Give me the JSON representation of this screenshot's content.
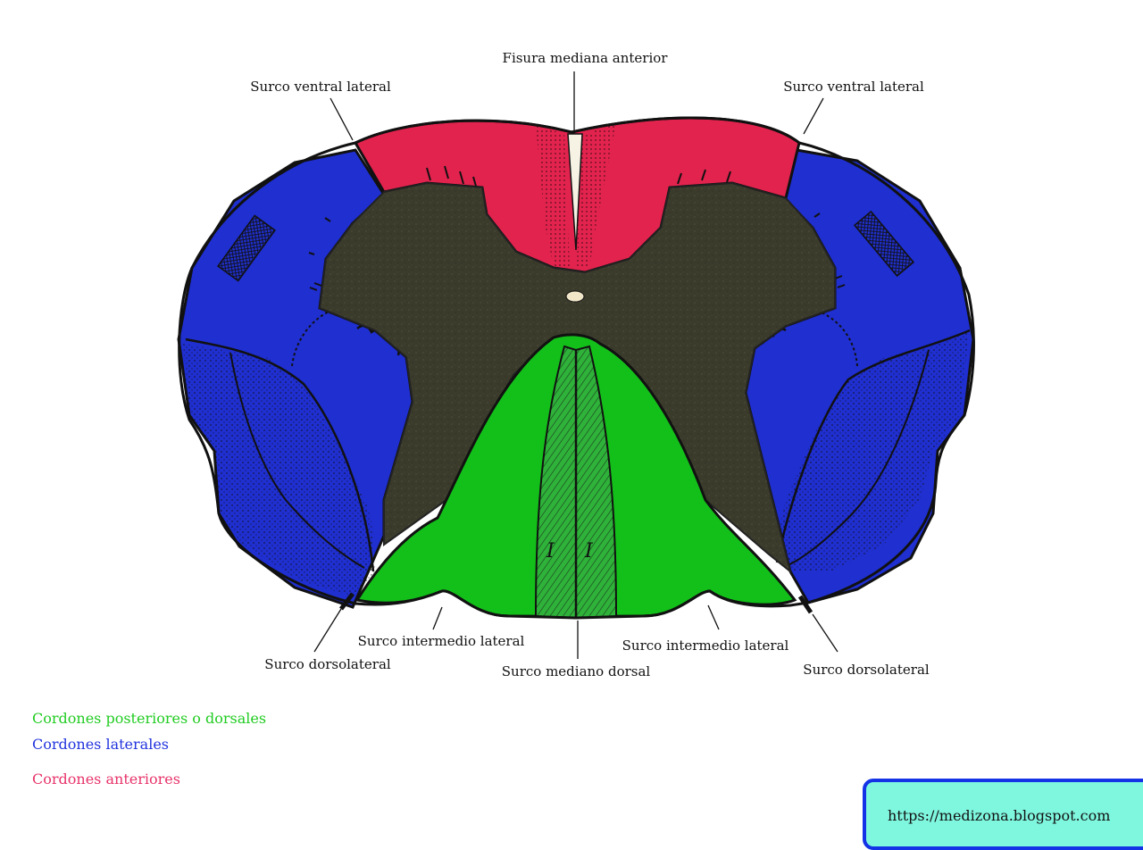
{
  "labels": {
    "fisura_mediana_anterior": "Fisura mediana anterior",
    "surco_ventral_lateral_left": "Surco ventral lateral",
    "surco_ventral_lateral_right": "Surco ventral lateral",
    "surco_intermedio_lateral_left": "Surco intermedio lateral",
    "surco_intermedio_lateral_right": "Surco intermedio lateral",
    "surco_dorsolateral_left": "Surco dorsolateral",
    "surco_dorsolateral_right": "Surco dorsolateral",
    "surco_mediano_dorsal": "Surco mediano dorsal"
  },
  "legend": {
    "posteriores": {
      "label": "Cordones posteriores o dorsales",
      "color": "#22cc22"
    },
    "laterales": {
      "label": "Cordones laterales",
      "color": "#2233dd"
    },
    "anteriores": {
      "label": "Cordones anteriores",
      "color": "#e8336a"
    }
  },
  "url": {
    "text": "https://medizona.blogspot.com",
    "box_fill": "#7ff7df",
    "box_border": "#1433e6"
  },
  "colors": {
    "gray_matter": "#3b3b2c",
    "anterior_funiculus": "#e2234e",
    "lateral_funiculus": "#1f2fd0",
    "posterior_funiculus": "#13c01a",
    "fasciculus_gracilis": "#2fb23a",
    "outline": "#111111"
  }
}
